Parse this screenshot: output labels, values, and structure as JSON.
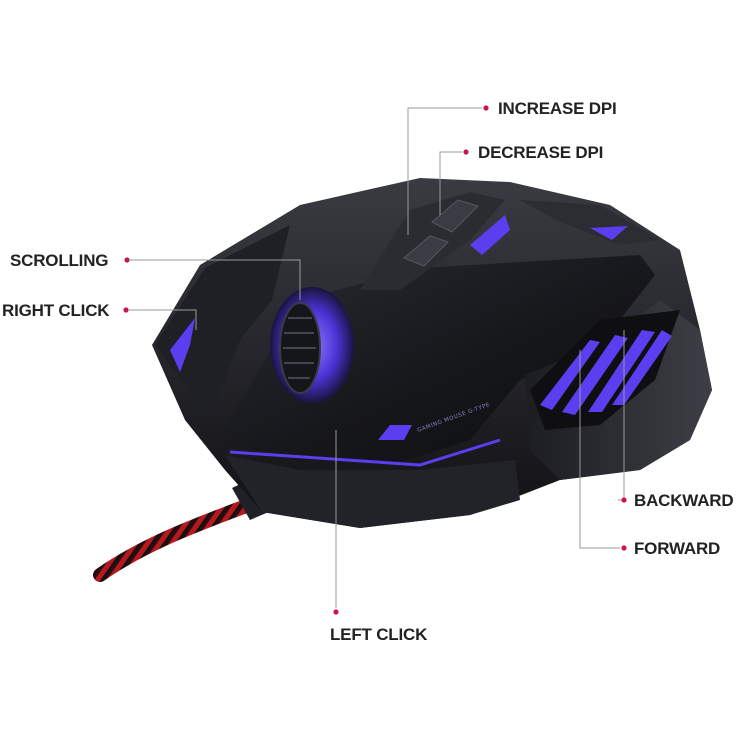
{
  "colors": {
    "accent_dot": "#c8154a",
    "leader_line": "#9a9a9a",
    "label_text": "#222222",
    "led_glow": "#6a4dff",
    "body_dark": "#1b1c21",
    "cable_red": "#b3191f"
  },
  "product": {
    "body_print": "GAMING MOUSE G-TYPE"
  },
  "callouts": {
    "increase_dpi": "INCREASE DPI",
    "decrease_dpi": "DECREASE DPI",
    "scrolling": "SCROLLING",
    "right_click": "RIGHT CLICK",
    "backward": "BACKWARD",
    "forward": "FORWARD",
    "left_click": "LEFT CLICK"
  }
}
